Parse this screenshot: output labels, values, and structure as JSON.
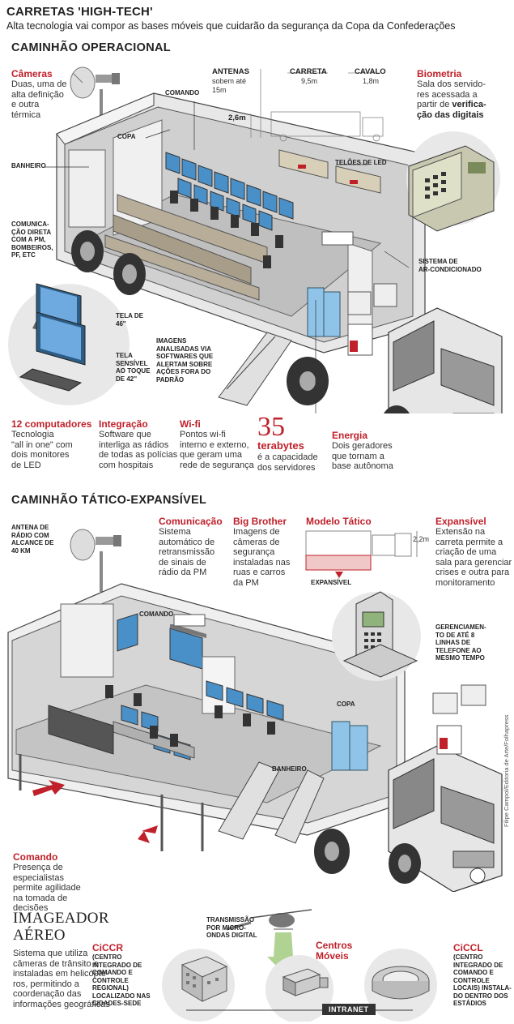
{
  "header": {
    "title": "CARRETAS 'HIGH-TECH'",
    "subtitle": "Alta tecnologia vai compor as bases móveis que cuidarão da segurança da Copa da Confederações"
  },
  "section1": {
    "title": "CAMINHÃO  OPERACIONAL",
    "cameras": {
      "title": "Câmeras",
      "text": [
        "Duas, uma de",
        "alta definição",
        "e outra",
        "térmica"
      ]
    },
    "labels": {
      "comando": "COMANDO",
      "copa": "COPA",
      "banheiro": "BANHEIRO",
      "comunicacao": [
        "COMUNICA-",
        "ÇÃO DIRETA",
        "COM A PM,",
        "BOMBEIROS,",
        "PF, ETC"
      ],
      "teloes": "TELÕES DE LED",
      "ar": [
        "SISTEMA DE",
        "AR-CONDICIONADO"
      ],
      "tela46": [
        "TELA DE",
        "46''"
      ],
      "tela42": [
        "TELA",
        "SENSÍVEL",
        "AO TOQUE",
        "DE 42''"
      ],
      "imagens": [
        "IMAGENS",
        "ANALISADAS VIA",
        "SOFTWARES QUE",
        "ALERTAM SOBRE",
        "AÇÕES FORA DO",
        "PADRÃO"
      ]
    },
    "dimensions": {
      "antenas_title": "ANTENAS",
      "antenas_text": [
        "sobem até",
        "15m"
      ],
      "carreta": "CARRETA",
      "carreta_len": "9,5m",
      "cavalo": "CAVALO",
      "cavalo_len": "1,8m",
      "height": "2,6m"
    },
    "biometria": {
      "title": "Biometria",
      "text": [
        "Sala dos servido-",
        "res  acessada a",
        "partir de "
      ],
      "bold": [
        "verifica-",
        "ção das digitais"
      ]
    },
    "bottom": {
      "computadores": {
        "title": "12 computadores",
        "text": [
          "Tecnologia",
          "\"all in one\" com",
          "dois monitores",
          "de LED"
        ]
      },
      "integracao": {
        "title": "Integração",
        "text": [
          "Software que",
          "interliga as rádios",
          "de todas as polícias",
          "com hospitais"
        ]
      },
      "wifi": {
        "title": "Wi-fi",
        "text": [
          "Pontos wi-fi",
          "interno e externo,",
          "que geram uma",
          "rede de segurança"
        ]
      },
      "terabytes": {
        "number": "35",
        "unit": "terabytes",
        "text": [
          "é a capacidade",
          "dos servidores"
        ]
      },
      "energia": {
        "title": "Energia",
        "text": [
          "Dois geradores",
          "que tornam a",
          "base autônoma"
        ]
      }
    }
  },
  "section2": {
    "title": "CAMINHÃO TÁTICO-EXPANSÍVEL",
    "antena": [
      "ANTENA DE",
      "RÁDIO COM",
      "ALCANCE DE",
      "40 KM"
    ],
    "comunicacao": {
      "title": "Comunicação",
      "text": [
        "Sistema",
        "automático de",
        "retransmissão",
        "de sinais de",
        "rádio da PM"
      ]
    },
    "bigbrother": {
      "title": "Big Brother",
      "text": [
        "Imagens de",
        "câmeras de",
        "segurança",
        "instaladas nas",
        "ruas e carros",
        "da PM"
      ]
    },
    "modelo": {
      "title": "Modelo Tático",
      "dim": "2,2m",
      "expansivel_label": "EXPANSÍVEL"
    },
    "expansivel": {
      "title": "Expansível",
      "text": [
        "Extensão na",
        "carreta permite a",
        "criação de uma",
        "sala para gerenciar",
        "crises  e outra para",
        "monitoramento"
      ]
    },
    "gerenciamento": [
      "GERENCIAMEN-",
      "TO DE ATÉ 8",
      "LINHAS DE",
      "TELEFONE AO",
      "MESMO TEMPO"
    ],
    "labels": {
      "comando": "COMANDO",
      "copa": "COPA",
      "banheiro": "BANHEIRO"
    },
    "comando_bottom": {
      "title": "Comando",
      "text": [
        "Presença de",
        "especialistas",
        "permite agilidade",
        "na tomada de",
        "decisões"
      ]
    },
    "credit": "Filipe Campol/Editoria de Arte/Folhapress"
  },
  "section3": {
    "title": [
      "IMAGEADOR",
      "AÉREO"
    ],
    "text": [
      "Sistema que utiliza",
      "câmeras de trânsito e",
      "instaladas em helicópte-",
      "ros, permitindo a",
      "coordenação das",
      "informações geográficas"
    ],
    "transmissao": [
      "TRANSMISSÃO",
      "POR MICRO-",
      "ONDAS DIGITAL"
    ],
    "ciccr": {
      "title": "CiCCR",
      "text": [
        "(CENTRO",
        "INTEGRADO DE",
        "COMANDO E",
        "CONTROLE",
        "REGIONAL)",
        "LOCALIZADO NAS",
        "CIDADES-SEDE"
      ]
    },
    "centros": {
      "title": [
        "Centros",
        "Móveis"
      ]
    },
    "ciccl": {
      "title": "CiCCL",
      "text": [
        "(CENTRO",
        "INTEGRADO DE",
        "COMANDO E",
        "CONTROLE",
        "LOCAIS) INSTALA-",
        "DO DENTRO DOS",
        "ESTÁDIOS"
      ]
    },
    "intranet": "INTRANET"
  },
  "colors": {
    "accent_red": "#c0202a",
    "screen_blue": "#4a90c8",
    "truck_gray": "#d9d9d9",
    "dark": "#333333"
  }
}
